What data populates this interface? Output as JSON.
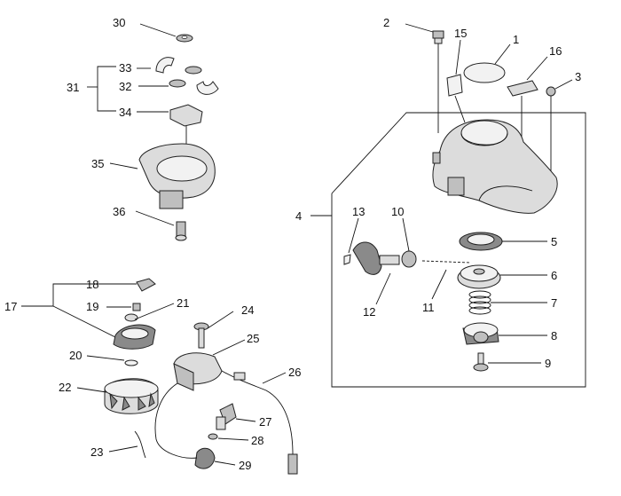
{
  "callouts": {
    "c1": "1",
    "c2": "2",
    "c3": "3",
    "c4": "4",
    "c5": "5",
    "c6": "6",
    "c7": "7",
    "c8": "8",
    "c9": "9",
    "c10": "10",
    "c11": "11",
    "c12": "12",
    "c13": "13",
    "c15": "15",
    "c16": "16",
    "c17": "17",
    "c18": "18",
    "c19": "19",
    "c20": "20",
    "c21": "21",
    "c22": "22",
    "c23": "23",
    "c24": "24",
    "c25": "25",
    "c26": "26",
    "c27": "27",
    "c28": "28",
    "c29": "29",
    "c30": "30",
    "c31": "31",
    "c32": "32",
    "c33": "33",
    "c34": "34",
    "c35": "35",
    "c36": "36"
  }
}
